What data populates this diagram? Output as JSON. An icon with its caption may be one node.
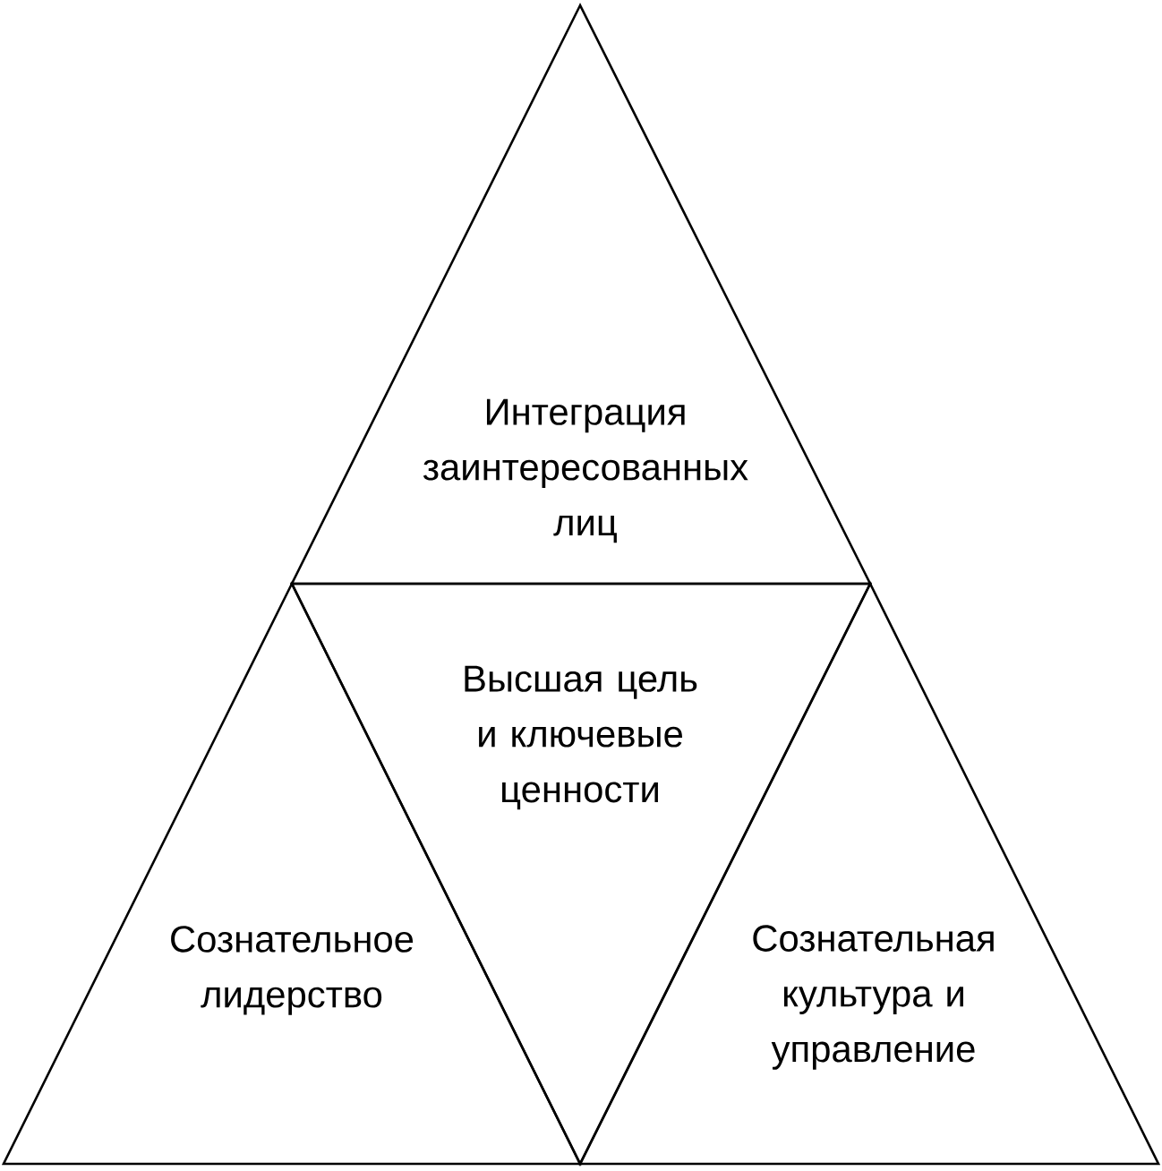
{
  "diagram": {
    "nodes": [
      {
        "text": [
          "Интеграция заинтересованных лиц"
        ]
      },
      {
        "text": [
          "Высшая цель и ключевые ценности"
        ]
      },
      {
        "text": [
          "Сознательное лидерство"
        ]
      },
      {
        "text": [
          "Сознательная культура и управление"
        ]
      }
    ]
  }
}
